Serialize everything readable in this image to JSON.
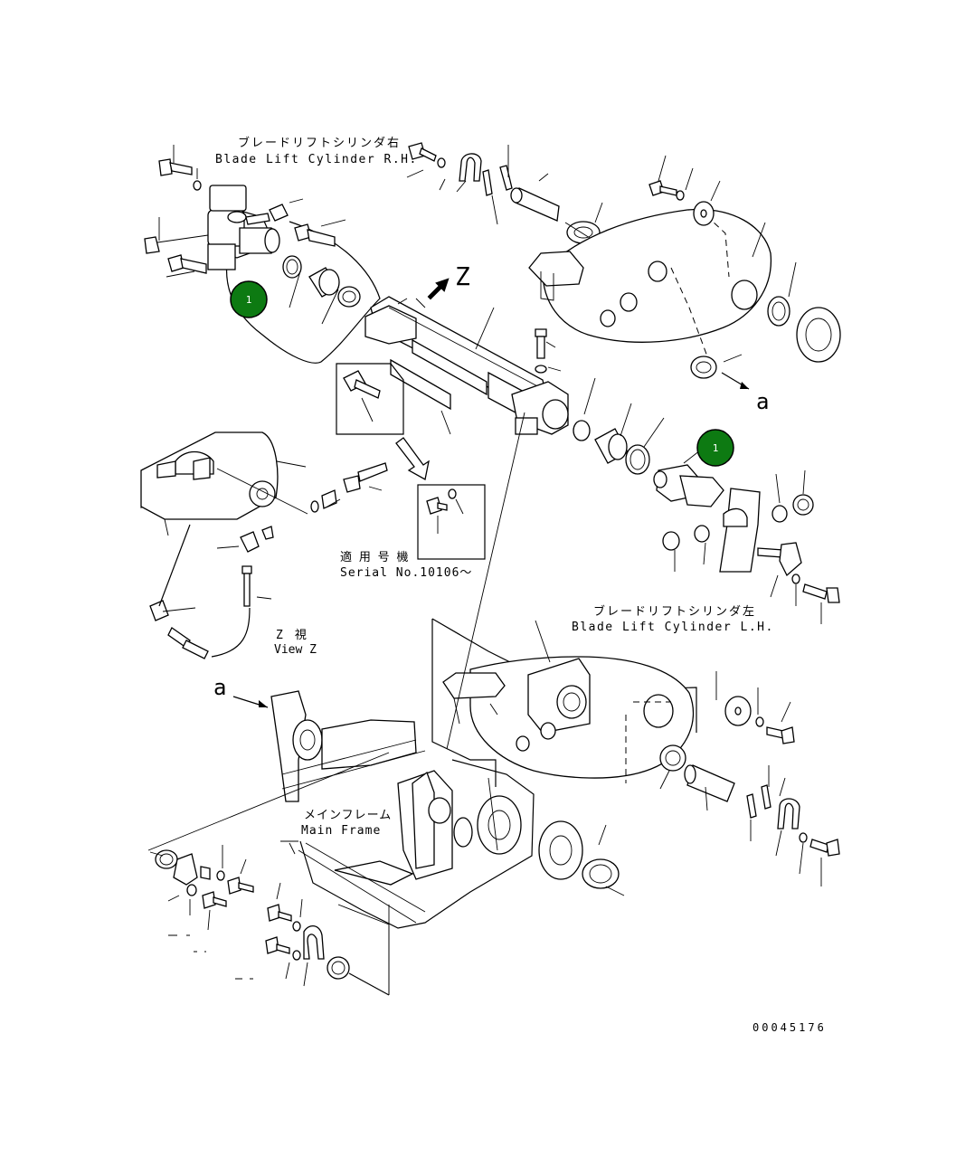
{
  "labels": {
    "blade_lift_rh_jp": "ブレードリフトシリンダ右",
    "blade_lift_rh_en": "Blade Lift Cylinder R.H.",
    "blade_lift_lh_jp": "ブレードリフトシリンダ左",
    "blade_lift_lh_en": "Blade Lift Cylinder L.H.",
    "serial_jp": "適 用 号 機",
    "serial_en": "Serial No.10106～",
    "view_z_jp": "Z　視",
    "view_z_en": "View Z",
    "main_frame_jp": "メインフレーム",
    "main_frame_en": "Main Frame",
    "arrow_z": "Z",
    "ref_a_top": "a",
    "ref_a_bottom": "a",
    "drawing_number": "00045176"
  },
  "callouts": [
    {
      "id": "callout-1-left",
      "text": "1"
    },
    {
      "id": "callout-1-right",
      "text": "1"
    }
  ],
  "colors": {
    "callout_fill": "#0d7a12",
    "callout_text": "#ffffff",
    "line": "#000000"
  }
}
